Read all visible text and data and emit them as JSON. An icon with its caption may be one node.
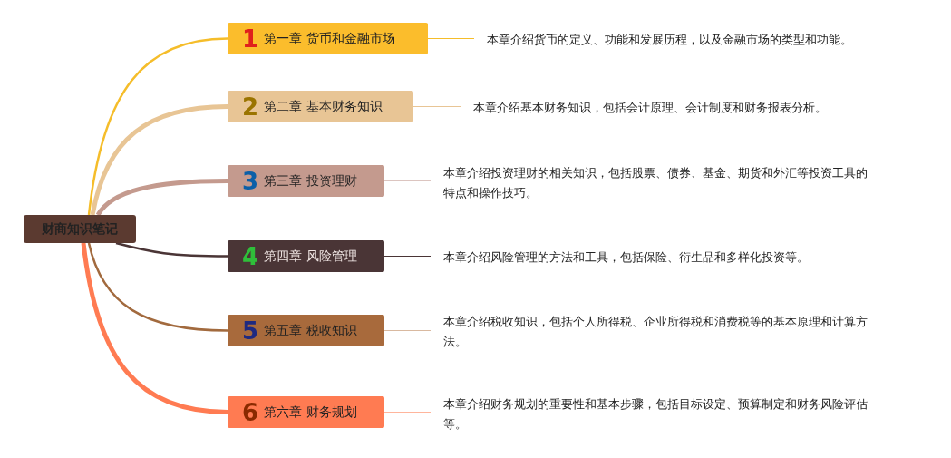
{
  "diagram": {
    "nodes": [
      {
        "text": [
          "财商知识笔记"
        ]
      },
      {
        "text": [
          "1",
          "第一章 货币和金融市场"
        ]
      },
      {
        "text": [
          "2",
          "第二章 基本财务知识"
        ]
      },
      {
        "text": [
          "3",
          "第三章 投资理财"
        ]
      },
      {
        "text": [
          "4",
          "第四章 风险管理"
        ]
      },
      {
        "text": [
          "5",
          "第五章 税收知识"
        ]
      },
      {
        "text": [
          "6",
          "第六章 财务规划"
        ]
      },
      {
        "text": [
          "本章介绍货币的定义、功能和发展历程，以及金融市场的类型和功能。"
        ]
      },
      {
        "text": [
          "本章介绍基本财务知识，包括会计原理、会计制度和财务报表分析。"
        ]
      },
      {
        "text": [
          "本章介绍投资理财的相关知识，包括股票、债券、基金、期货和外汇等投资工具的特点和操作技巧。"
        ]
      },
      {
        "text": [
          "本章介绍风险管理的方法和工具，包括保险、衍生品和多样化投资等。"
        ]
      },
      {
        "text": [
          "本章介绍税收知识，包括个人所得税、企业所得税和消费税等的基本原理和计算方法。"
        ]
      },
      {
        "text": [
          "本章介绍财务规划的重要性和基本步骤，包括目标设定、预算制定和财务风险评估等。"
        ]
      }
    ],
    "edges": [
      {
        "from": 0,
        "to": 1,
        "arrow": "none",
        "color": "#f5bd2a"
      },
      {
        "from": 0,
        "to": 2,
        "arrow": "none",
        "style": "thick",
        "color": "#e8c595"
      },
      {
        "from": 0,
        "to": 3,
        "arrow": "none",
        "style": "thick",
        "color": "#c49a8e"
      },
      {
        "from": 0,
        "to": 4,
        "arrow": "none",
        "color": "#4a3536"
      },
      {
        "from": 0,
        "to": 5,
        "arrow": "none",
        "color": "#a26a3e"
      },
      {
        "from": 0,
        "to": 6,
        "arrow": "none",
        "style": "thick",
        "color": "#ff7b52"
      },
      {
        "from": 1,
        "to": 7,
        "arrow": "none",
        "color": "#f5bd2a"
      },
      {
        "from": 2,
        "to": 8,
        "arrow": "none",
        "color": "#e8c595"
      },
      {
        "from": 3,
        "to": 9,
        "arrow": "none",
        "color": "#dcc5c0"
      },
      {
        "from": 4,
        "to": 10,
        "arrow": "none",
        "color": "#4a3536"
      },
      {
        "from": 5,
        "to": 11,
        "arrow": "none",
        "color": "#d9b9a0"
      },
      {
        "from": 6,
        "to": 12,
        "arrow": "none",
        "color": "#ffb59c"
      }
    ]
  }
}
